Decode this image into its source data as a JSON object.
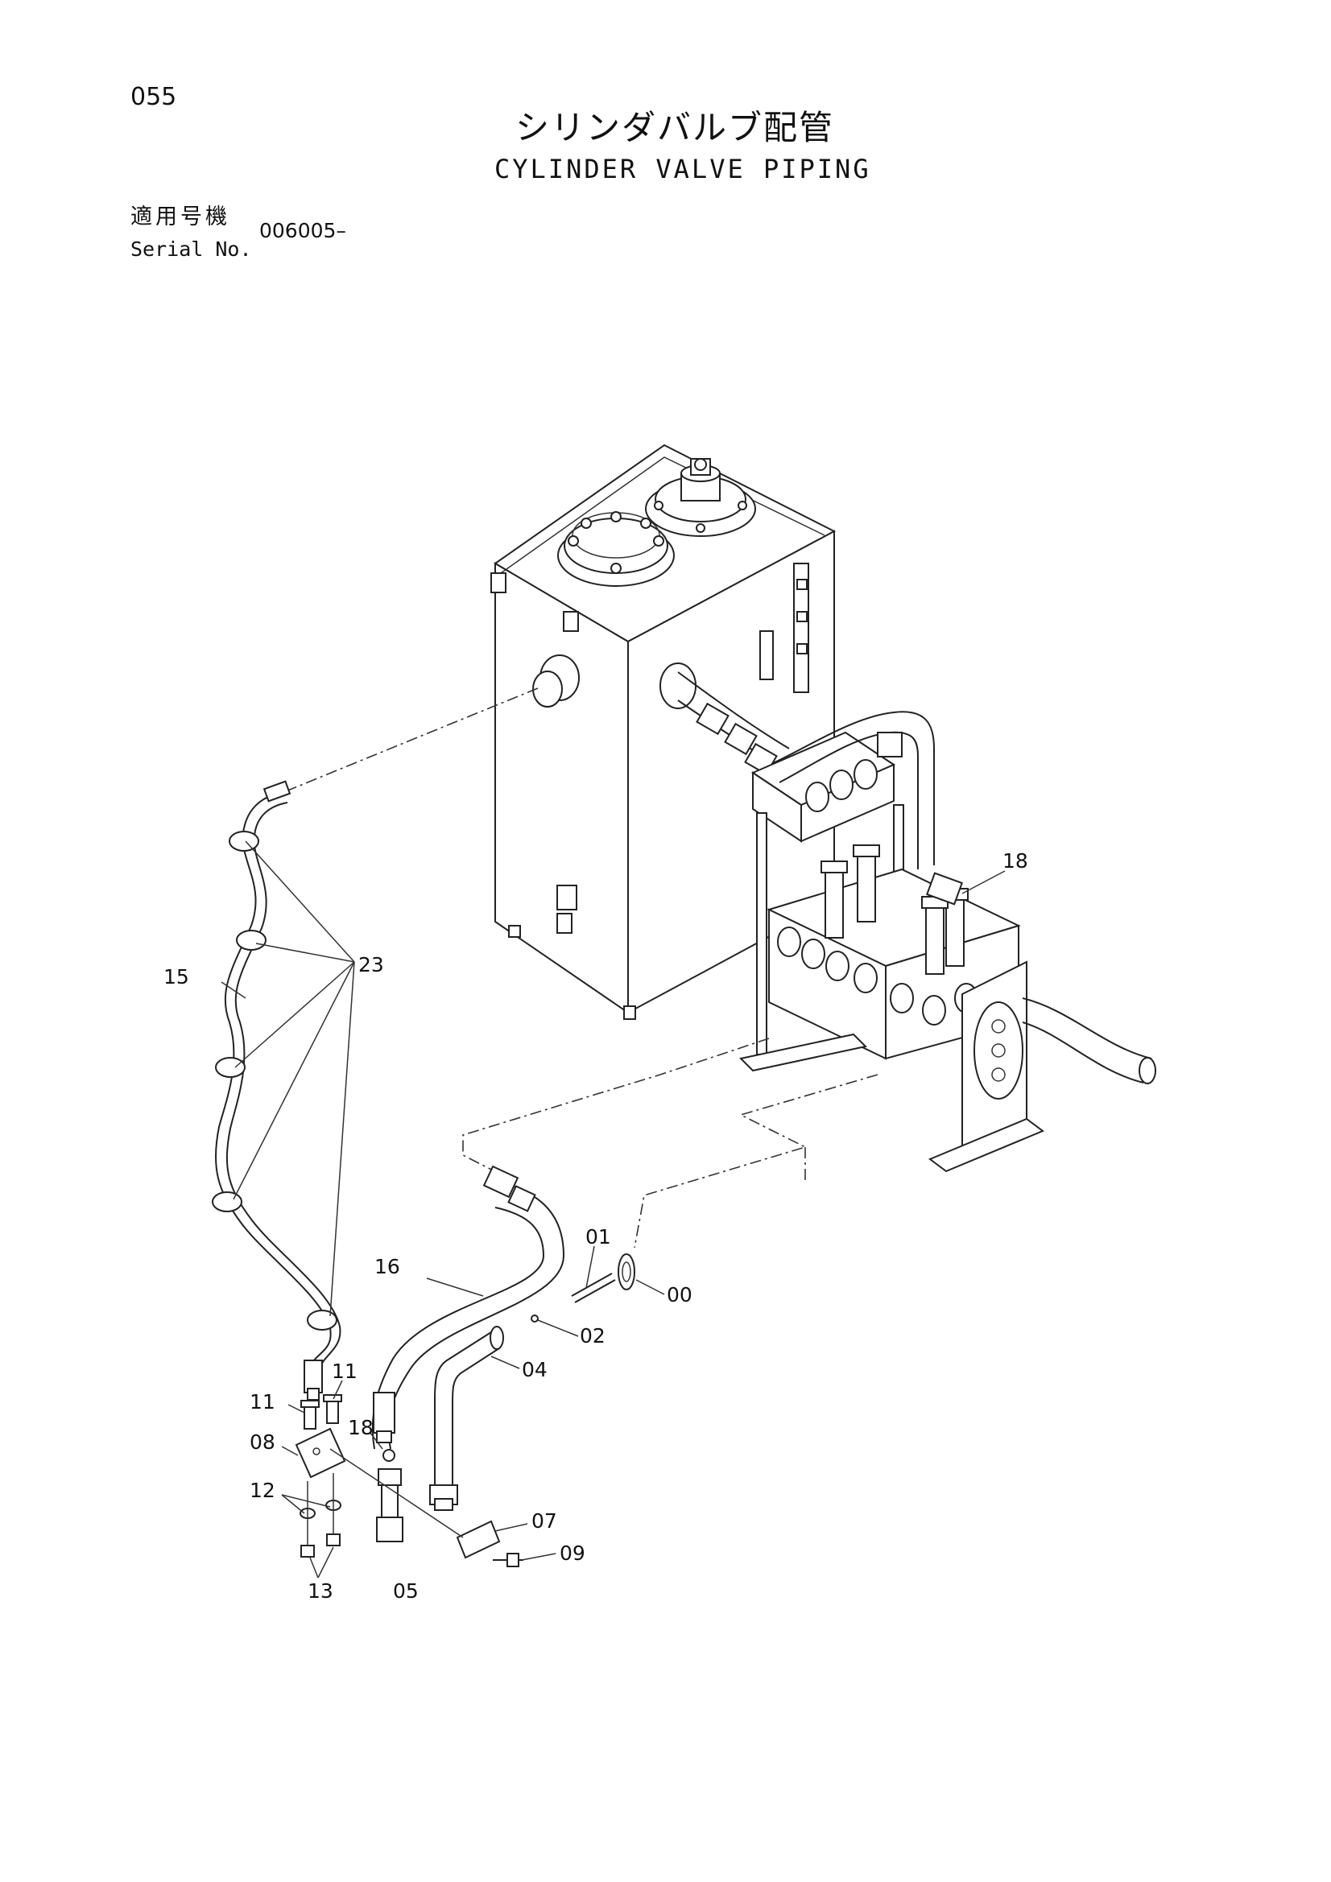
{
  "header": {
    "page_number": "055",
    "title_jp": "シリンダバルブ配管",
    "title_en": "CYLINDER VALVE PIPING",
    "serial_label_jp": "適用号機",
    "serial_label_en": "Serial No.",
    "serial_value": "006005–"
  },
  "callouts": {
    "p18a": "18",
    "p23": "23",
    "p15": "15",
    "p16": "16",
    "p01": "01",
    "p00": "00",
    "p02": "02",
    "p04": "04",
    "p11a": "11",
    "p11b": "11",
    "p08": "08",
    "p18b": "18",
    "p12": "12",
    "p07": "07",
    "p09": "09",
    "p13": "13",
    "p05": "05"
  }
}
